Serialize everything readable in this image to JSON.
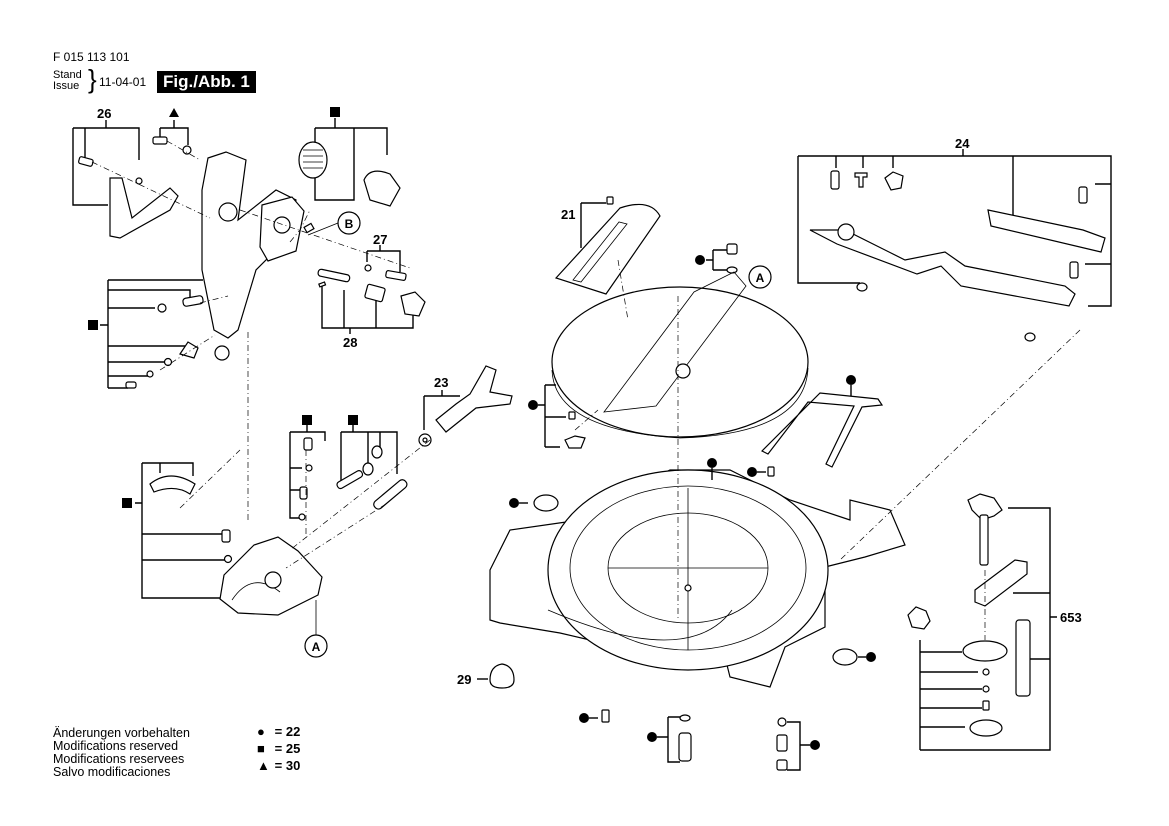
{
  "header": {
    "document_number": "F 015 113 101",
    "stand_label": "Stand",
    "issue_label": "Issue",
    "date": "11-04-01",
    "figure_label": "Fig./Abb. 1"
  },
  "part_labels": {
    "p21": "21",
    "p23": "23",
    "p24": "24",
    "p26": "26",
    "p27": "27",
    "p28": "28",
    "p29": "29",
    "p653": "653"
  },
  "reference_markers": {
    "a_top": "A",
    "a_bottom": "A",
    "b": "B"
  },
  "legend": {
    "notes": [
      "Änderungen vorbehalten",
      "Modifications reserved",
      "Modifications reservees",
      "Salvo modificaciones"
    ],
    "keys": [
      {
        "symbol": "●",
        "eq": "=",
        "value": "22"
      },
      {
        "symbol": "■",
        "eq": "=",
        "value": "25"
      },
      {
        "symbol": "▲",
        "eq": "=",
        "value": "30"
      }
    ]
  }
}
